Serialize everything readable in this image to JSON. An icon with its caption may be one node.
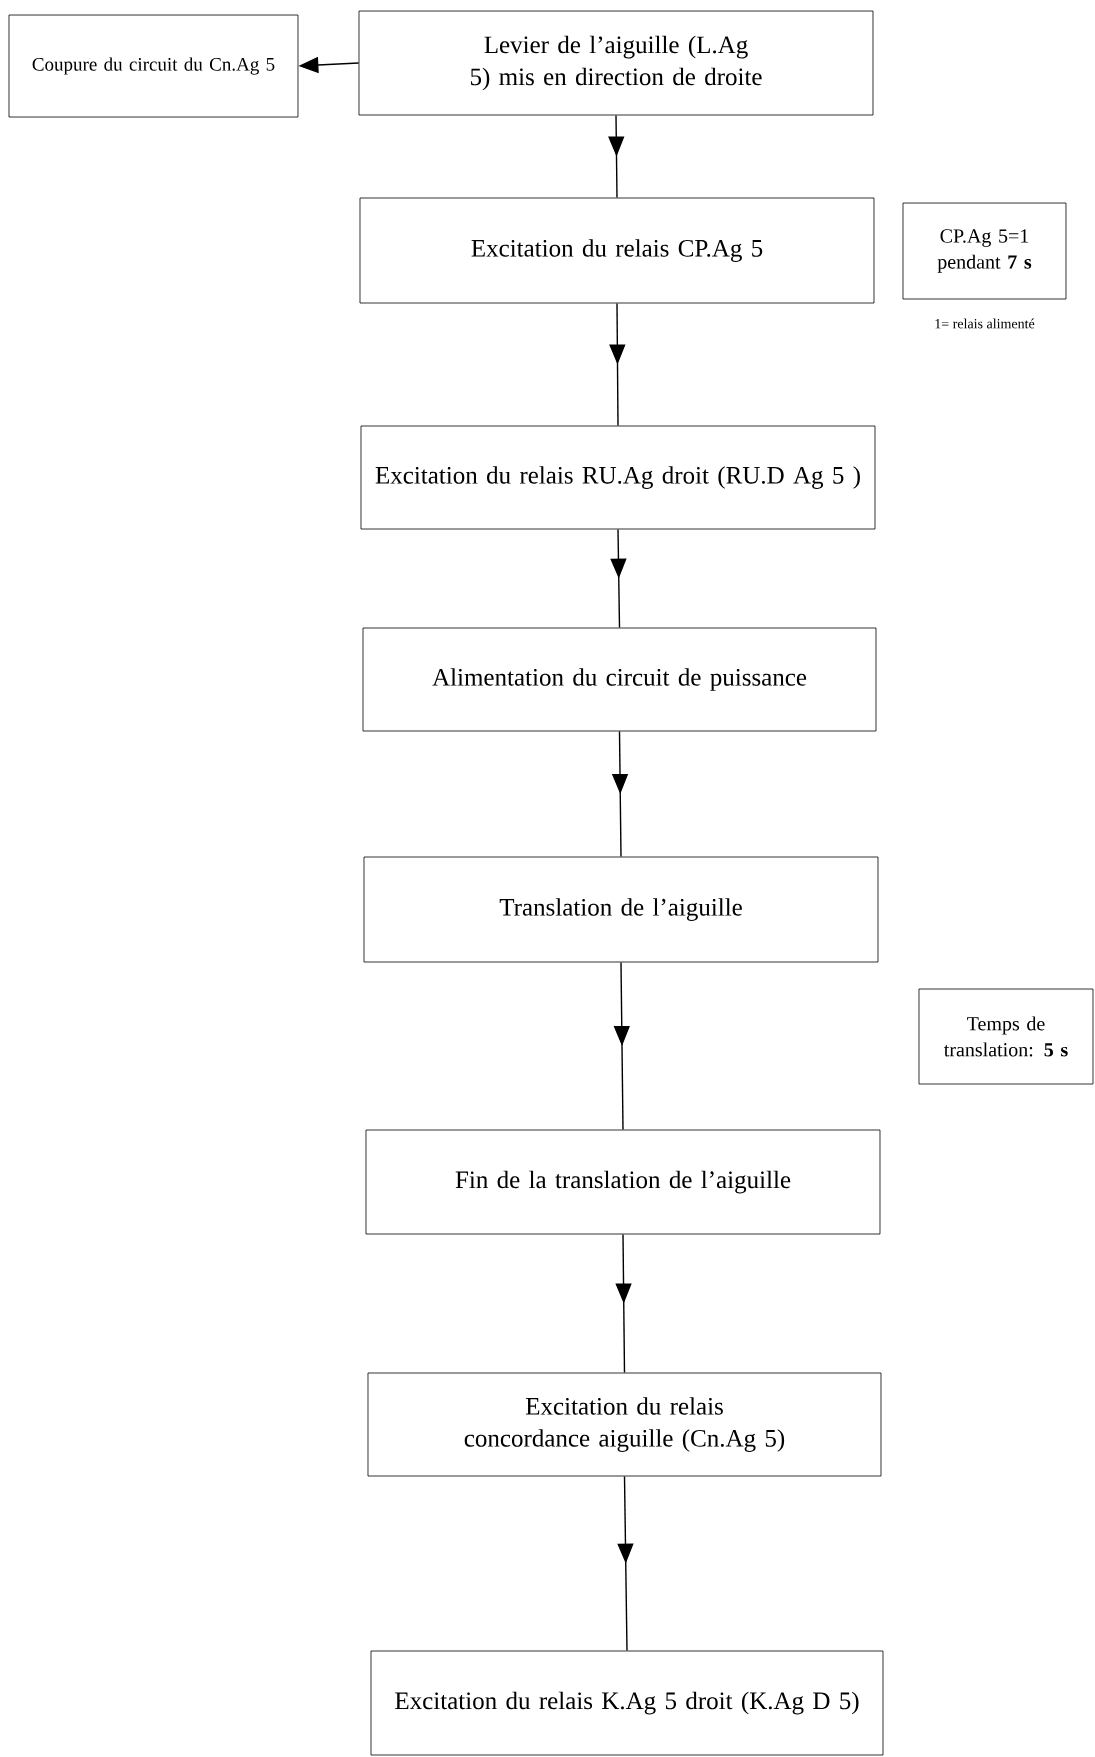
{
  "diagram": {
    "nodes": [
      {
        "text": [
          "Coupure du circuit du Cn.Ag 5"
        ]
      },
      {
        "text": [
          "Levier de l’aiguille (L.Ag 5) mis en direction de droite"
        ]
      },
      {
        "text": [
          "Excitation du relais CP.Ag 5"
        ]
      },
      {
        "text": [
          "CP.Ag 5=1 pendant **7 s**"
        ],
        "beside": [
          "1= relais alimenté"
        ]
      },
      {
        "text": [
          "Excitation du relais RU.Ag droit (RU.D Ag 5 )"
        ]
      },
      {
        "text": [
          "Alimentation du circuit de puissance"
        ]
      },
      {
        "text": [
          "Translation de l’aiguille"
        ]
      },
      {
        "text": [
          "Temps de translation: **5 s**"
        ]
      },
      {
        "text": [
          "Fin de la translation de l’aiguille"
        ]
      },
      {
        "text": [
          "Excitation du relais concordance aiguille (Cn.Ag 5)"
        ]
      },
      {
        "text": [
          "Excitation du relais K.Ag 5 droit (K.Ag D 5)"
        ]
      }
    ],
    "edges": [
      {
        "from": 1,
        "to": 0,
        "arrow": "to"
      },
      {
        "from": 1,
        "to": 2,
        "arrow": "to"
      },
      {
        "from": 2,
        "to": 4,
        "arrow": "to"
      },
      {
        "from": 4,
        "to": 5,
        "arrow": "to"
      },
      {
        "from": 5,
        "to": 6,
        "arrow": "to"
      },
      {
        "from": 6,
        "to": 8,
        "arrow": "to"
      },
      {
        "from": 8,
        "to": 9,
        "arrow": "to"
      },
      {
        "from": 9,
        "to": 10,
        "arrow": "to"
      }
    ]
  }
}
